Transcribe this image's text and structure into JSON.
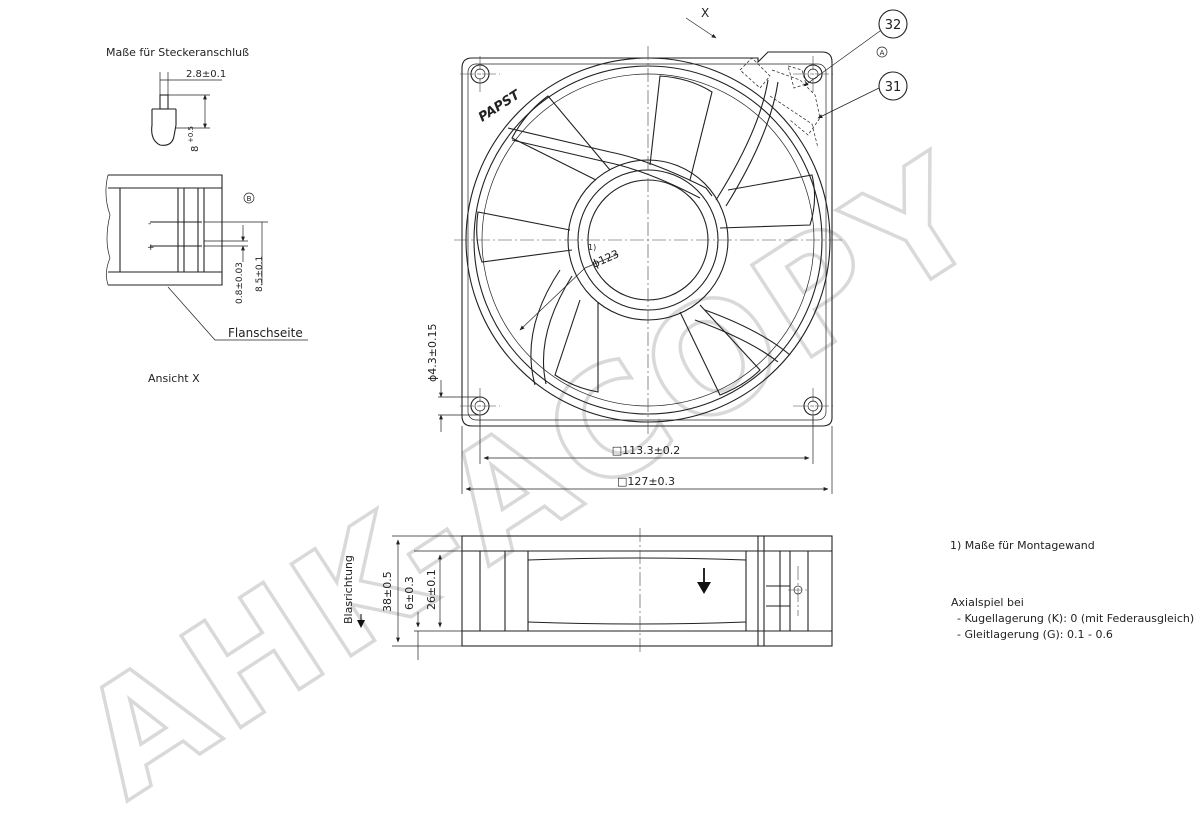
{
  "plug_detail": {
    "title": "Maße für Steckeranschluß",
    "dim_width": "2.8±0.1",
    "dim_height_base": "8",
    "dim_height_sup": "+0.5"
  },
  "view_x": {
    "marker_b": "B",
    "minus_sign": "-",
    "plus_sign": "+",
    "dim_thickness": "0.8±0.03",
    "dim_height": "8.5±0.1",
    "flange_label": "Flanschseite",
    "caption": "Ansicht X"
  },
  "front_view": {
    "view_arrow_label": "X",
    "callout_32": "32",
    "callout_31": "31",
    "marker_a": "A",
    "brand": "PAPST",
    "note_ref": "1)",
    "dim_diameter": "ϕ123",
    "dim_hole": "ϕ4.3±0.15",
    "dim_hole_spacing": "□113.3±0.2",
    "dim_outer": "□127±0.3"
  },
  "side_view": {
    "airflow_label": "Blasrichtung",
    "dim_depth": "38±0.5",
    "dim_flange": "6±0.3",
    "dim_inner": "26±0.1"
  },
  "notes": {
    "note1": "1) Maße für Montagewand",
    "axial_title": "Axialspiel bei",
    "axial_line1": "- Kugellagerung (K): 0 (mit Federausgleich)",
    "axial_line2": "- Gleitlagerung (G): 0.1 - 0.6"
  },
  "watermark": "AHK-ACOPY"
}
